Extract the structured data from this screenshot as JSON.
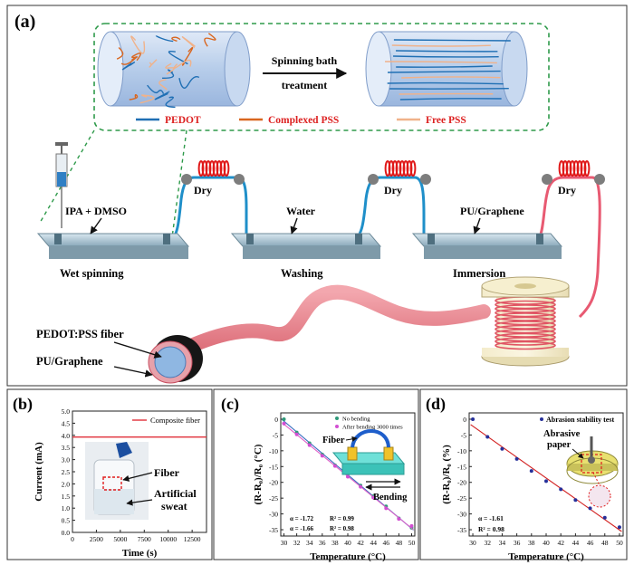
{
  "panel_a": {
    "label": "(a)",
    "spinning_bath": "Spinning bath",
    "treatment": "treatment",
    "legend": {
      "pedot": "PEDOT",
      "complexed_pss": "Complexed PSS",
      "free_pss": "Free PSS"
    },
    "dry": "Dry",
    "ipa_dmso": "IPA + DMSO",
    "water": "Water",
    "pu_graphene_bath": "PU/Graphene",
    "step_wet": "Wet spinning",
    "step_wash": "Washing",
    "step_immersion": "Immersion",
    "fiber_label": "PEDOT:PSS fiber",
    "coating_label": "PU/Graphene"
  },
  "panel_b": {
    "label": "(b)",
    "legend": "Composite fiber",
    "inset_fiber": "Fiber",
    "inset_sweat_1": "Artificial",
    "inset_sweat_2": "sweat",
    "xlabel": "Time (s)",
    "ylabel": "Current (mA)"
  },
  "panel_c": {
    "label": "(c)",
    "legend_1": "No bending",
    "legend_2": "After bending 3000 times",
    "inset_fiber": "Fiber",
    "inset_bending": "Bending",
    "alpha_1": "α = -1.72",
    "r2_1": "R² = 0.99",
    "alpha_2": "α = -1.66",
    "r2_2": "R² = 0.98",
    "xlabel": "Temperature (°C)",
    "ylabel": "(R-R₀)/R₀ (°C)"
  },
  "panel_d": {
    "label": "(d)",
    "legend": "Abrasion stability test",
    "inset_paper_1": "Abrasive",
    "inset_paper_2": "paper",
    "alpha": "α = -1.61",
    "r2": "R² = 0.98",
    "xlabel": "Temperature (°C)",
    "ylabel": "(R-R₀)/R₀ (%)"
  },
  "chart_data": [
    {
      "type": "line",
      "panel": "(b)",
      "xlabel": "Time (s)",
      "ylabel": "Current (mA)",
      "xlim": [
        0,
        14000
      ],
      "ylim": [
        0,
        5.0
      ],
      "xticks": [
        0,
        2500,
        5000,
        7500,
        10000,
        12500
      ],
      "yticks": [
        0,
        0.5,
        1.0,
        1.5,
        2.0,
        2.5,
        3.0,
        3.5,
        4.0,
        4.5,
        5.0
      ],
      "series": [
        {
          "name": "Composite fiber",
          "color": "#e0303a",
          "x": [
            0,
            14000
          ],
          "y": [
            3.93,
            3.93
          ]
        }
      ]
    },
    {
      "type": "scatter",
      "panel": "(c)",
      "xlabel": "Temperature (°C)",
      "ylabel": "(R-R₀)/R₀ (°C)",
      "xlim": [
        29.5,
        50.5
      ],
      "ylim": [
        -37,
        2
      ],
      "xticks": [
        30,
        32,
        34,
        36,
        38,
        40,
        42,
        44,
        46,
        48,
        50
      ],
      "yticks": [
        0,
        -5,
        -10,
        -15,
        -20,
        -25,
        -30,
        -35
      ],
      "series": [
        {
          "name": "No bending",
          "color": "#2f9a7a",
          "fit_color": "#3a6fc0",
          "x": [
            30,
            32,
            34,
            36,
            38,
            40,
            42,
            44,
            46,
            48,
            50
          ],
          "y": [
            0,
            -4.2,
            -7.6,
            -11.2,
            -14.6,
            -17.4,
            -21.0,
            -24.4,
            -27.6,
            -31.4,
            -34.4
          ]
        },
        {
          "name": "After bending 3000 times",
          "color": "#d24fd2",
          "fit_color": "#e060c8",
          "x": [
            30,
            32,
            34,
            36,
            38,
            40,
            42,
            44,
            46,
            48,
            50
          ],
          "y": [
            -1.4,
            -4.8,
            -8.2,
            -11.6,
            -14.8,
            -18.2,
            -21.4,
            -24.8,
            -28.2,
            -31.6,
            -33.8
          ]
        }
      ]
    },
    {
      "type": "scatter",
      "panel": "(d)",
      "xlabel": "Temperature (°C)",
      "ylabel": "(R-R₀)/R₀ (%)",
      "xlim": [
        29.5,
        50.5
      ],
      "ylim": [
        -37,
        2
      ],
      "xticks": [
        30,
        32,
        34,
        36,
        38,
        40,
        42,
        44,
        46,
        48,
        50
      ],
      "yticks": [
        0,
        -5,
        -10,
        -15,
        -20,
        -25,
        -30,
        -35
      ],
      "series": [
        {
          "name": "Abrasion stability test",
          "color": "#26309a",
          "fit_color": "#d22020",
          "x": [
            30,
            32,
            34,
            36,
            38,
            40,
            42,
            44,
            46,
            48,
            50
          ],
          "y": [
            0,
            -5.6,
            -9.4,
            -12.6,
            -16.4,
            -19.6,
            -22.2,
            -25.6,
            -28.2,
            -31.2,
            -34.2
          ]
        }
      ]
    }
  ]
}
